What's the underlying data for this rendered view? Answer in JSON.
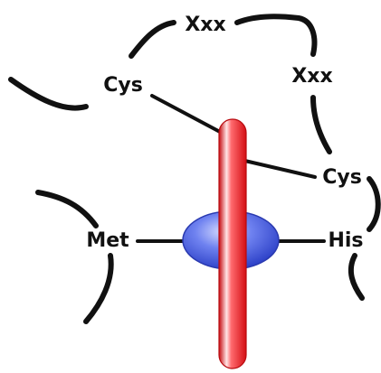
{
  "labels": {
    "xxx_top": "Xxx",
    "xxx_right": "Xxx",
    "cys_left": "Cys",
    "cys_right": "Cys",
    "met": "Met",
    "his": "His"
  },
  "colors": {
    "chain": "#111111",
    "heme_rod": "#e8141a",
    "heme_rod_highlight": "#ffd0d0",
    "metal_center": "#3d56e0",
    "metal_center_highlight": "#c8d2ff"
  }
}
